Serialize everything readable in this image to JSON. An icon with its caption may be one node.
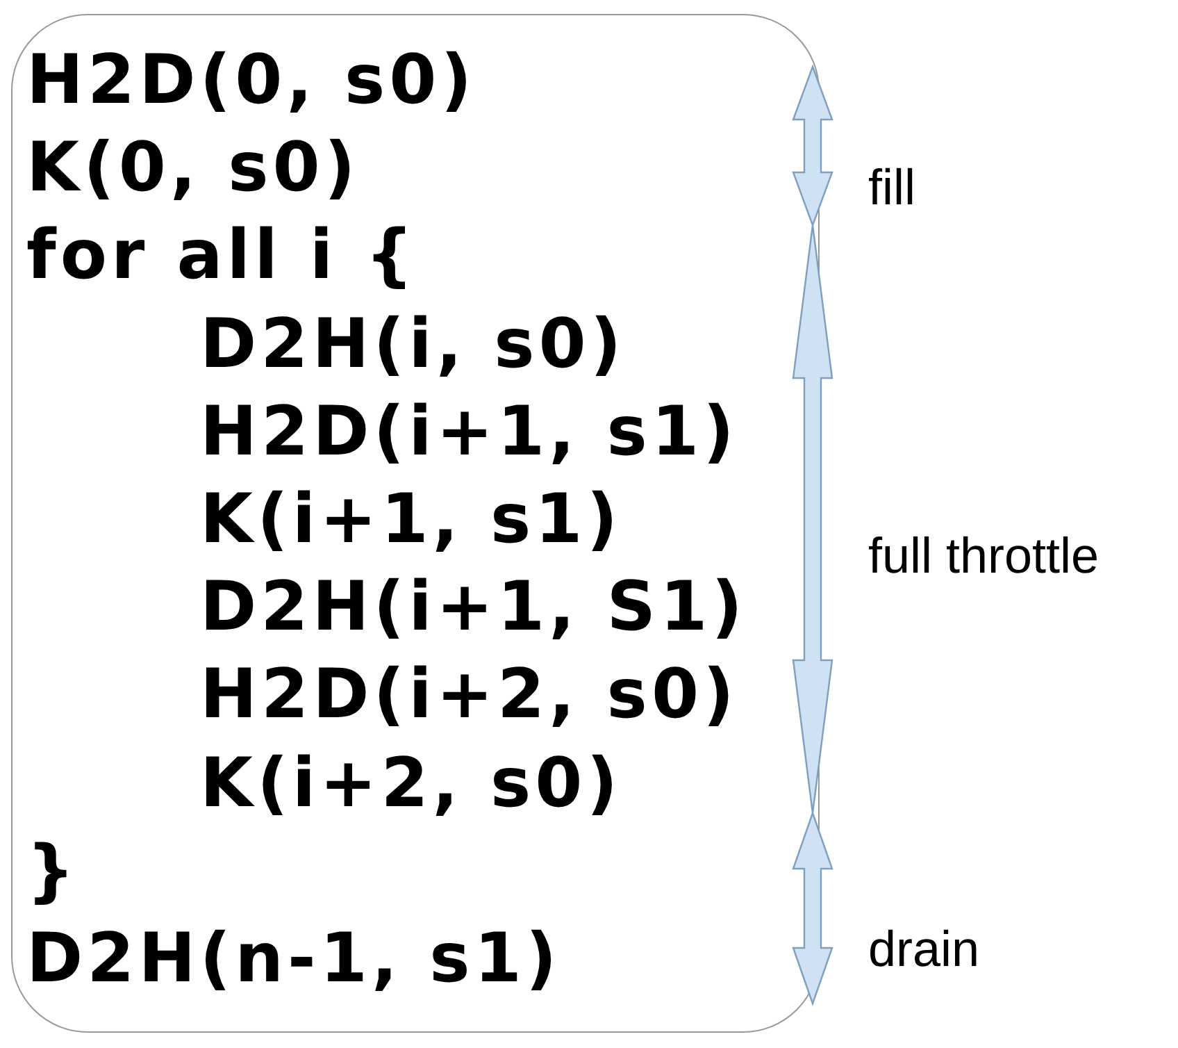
{
  "diagram": {
    "nodes": [
      {
        "text": [
          "H2D(0, s0)",
          "K(0, s0)",
          "for all i {",
          "D2H(i, s0)",
          "H2D(i+1, s1)",
          "K(i+1, s1)",
          "D2H(i+1, S1)",
          "H2D(i+2, s0)",
          "K(i+2, s0)",
          "}",
          "D2H(n-1, s1)"
        ]
      }
    ],
    "edges": [],
    "labels": [
      "fill",
      "full throttle",
      "drain"
    ]
  }
}
